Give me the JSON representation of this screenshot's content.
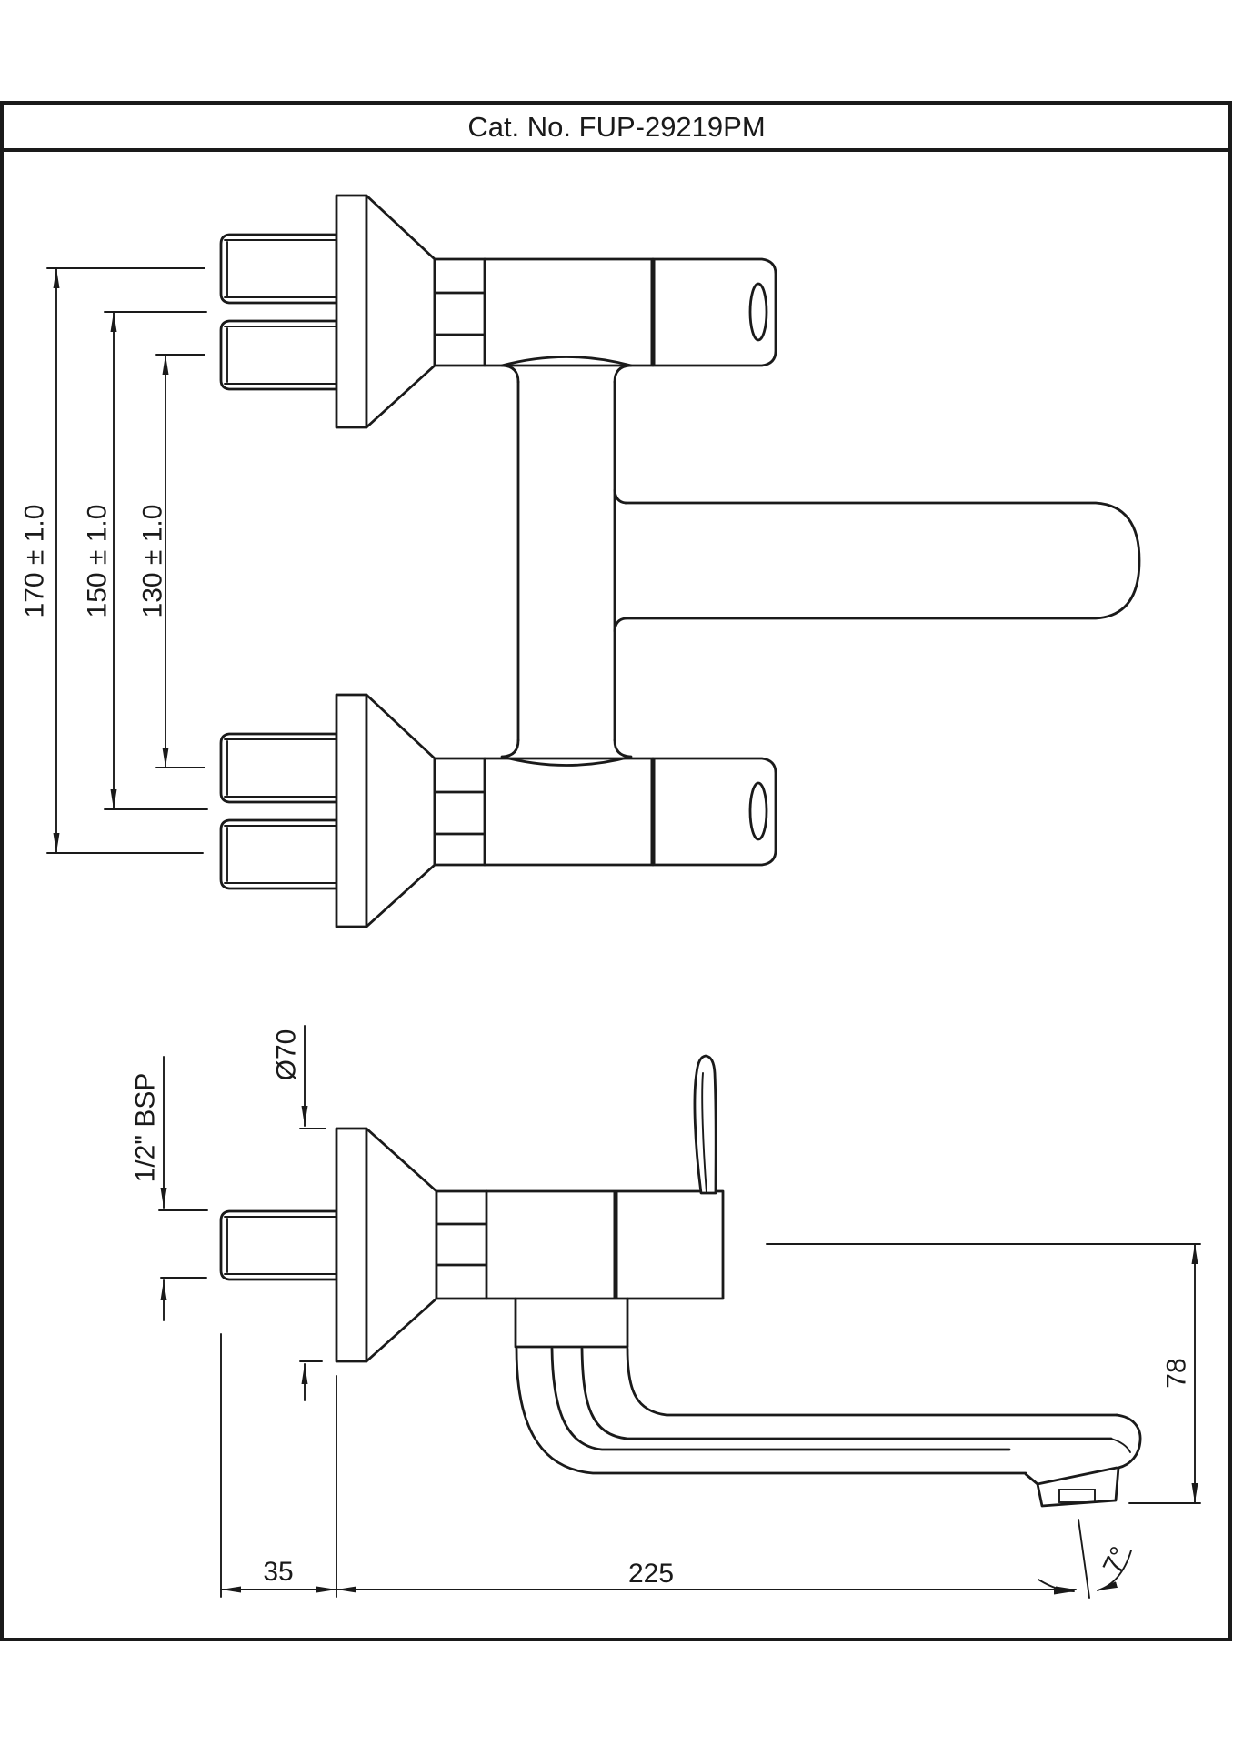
{
  "title_block": {
    "catalog_label": "Cat. No. FUP-29219PM"
  },
  "dimensions": {
    "spacing_outer": "170 ± 1.0",
    "spacing_mid": "150 ± 1.0",
    "spacing_inner": "130 ± 1.0",
    "flange_diameter": "Ø70",
    "inlet_thread": "1/2\" BSP",
    "wall_clearance": "35",
    "spout_reach": "225",
    "spout_drop": "78",
    "spout_tilt_angle": "7°"
  },
  "style_colors": {
    "ink": "#1a1a1a",
    "paper": "#ffffff"
  }
}
